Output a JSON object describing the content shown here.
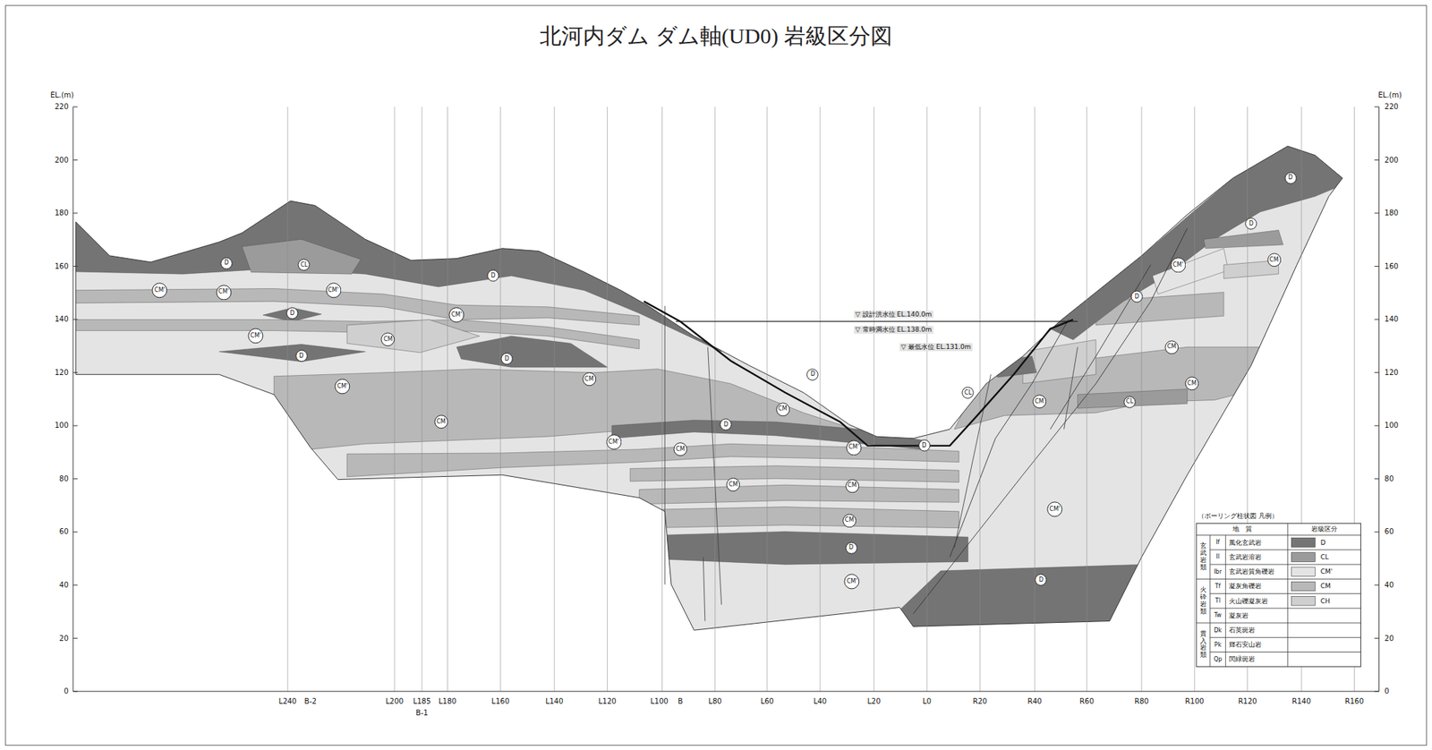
{
  "diagram": {
    "title": "北河内ダム ダム軸(UD0) 岩級区分図",
    "nodes": [
      {
        "text": [
          "D"
        ]
      },
      {
        "text": [
          "CL"
        ]
      },
      {
        "text": [
          "D"
        ]
      },
      {
        "text": [
          "CM'"
        ]
      },
      {
        "text": [
          "CM'"
        ]
      },
      {
        "text": [
          "CM'"
        ]
      },
      {
        "text": [
          "D"
        ]
      },
      {
        "text": [
          "CM'"
        ]
      },
      {
        "text": [
          "CM'"
        ]
      },
      {
        "text": [
          "CM"
        ]
      },
      {
        "text": [
          "D"
        ]
      },
      {
        "text": [
          "D"
        ]
      },
      {
        "text": [
          "CM'"
        ]
      },
      {
        "text": [
          "CM"
        ]
      },
      {
        "text": [
          "CM"
        ]
      },
      {
        "text": [
          "D"
        ]
      },
      {
        "text": [
          "CM'"
        ]
      },
      {
        "text": [
          "CM"
        ]
      },
      {
        "text": [
          "D"
        ]
      },
      {
        "text": [
          "CM"
        ]
      },
      {
        "text": [
          "D"
        ]
      },
      {
        "text": [
          "CM'"
        ]
      },
      {
        "text": [
          "CM"
        ]
      },
      {
        "text": [
          "CM"
        ]
      },
      {
        "text": [
          "CM"
        ]
      },
      {
        "text": [
          "D"
        ]
      },
      {
        "text": [
          "CM'"
        ]
      },
      {
        "text": [
          "CL"
        ]
      },
      {
        "text": [
          "CM"
        ]
      },
      {
        "text": [
          "CM'"
        ]
      },
      {
        "text": [
          "D"
        ]
      },
      {
        "text": [
          "CL"
        ]
      },
      {
        "text": [
          "CM"
        ]
      },
      {
        "text": [
          "CM"
        ]
      },
      {
        "text": [
          "D"
        ]
      },
      {
        "text": [
          "CM'"
        ]
      },
      {
        "text": [
          "CM"
        ]
      },
      {
        "text": [
          "D"
        ]
      },
      {
        "text": [
          "D"
        ]
      }
    ],
    "labels": [
      "EL.(m)",
      "220",
      "200",
      "180",
      "160",
      "140",
      "120",
      "100",
      "80",
      "60",
      "40",
      "20",
      "0",
      "EL.(m)",
      "220",
      "200",
      "180",
      "160",
      "140",
      "120",
      "100",
      "80",
      "60",
      "40",
      "20",
      "0",
      "L240",
      "B-2",
      "L200",
      "L185",
      "B-1",
      "L180",
      "L160",
      "L140",
      "L120",
      "L100",
      "B",
      "L80",
      "L60",
      "L40",
      "L20",
      "L0",
      "R20",
      "R40",
      "R60",
      "R80",
      "R100",
      "R120",
      "R140",
      "R160",
      "▽ 設計洪水位 EL.140.0m",
      "▽ 常時満水位 EL.138.0m",
      "▽ 最低水位 EL.131.0m",
      "（ボーリング柱状図 凡例）",
      "地　質",
      "岩級区分",
      "玄武岩類",
      "火砕岩類",
      "貫入岩類",
      "Ⅰf",
      "風化玄武岩",
      "Ⅰl",
      "玄武岩溶岩",
      "Ⅰbr",
      "玄武岩質角礫岩",
      "Tf",
      "凝灰角礫岩",
      "Tl",
      "火山礫凝灰岩",
      "Tw",
      "凝灰岩",
      "Dk",
      "石英斑岩",
      "Pk",
      "輝石安山岩",
      "Qp",
      "閃緑斑岩"
    ],
    "legend": [
      {
        "text": "D",
        "color": "#747474"
      },
      {
        "text": "CL",
        "color": "#9b9b9b"
      },
      {
        "text": "CM'",
        "color": "#e4e4e4"
      },
      {
        "text": "CM",
        "color": "#b8b8b8"
      },
      {
        "text": "CH",
        "color": "#cfcfcf"
      }
    ]
  }
}
